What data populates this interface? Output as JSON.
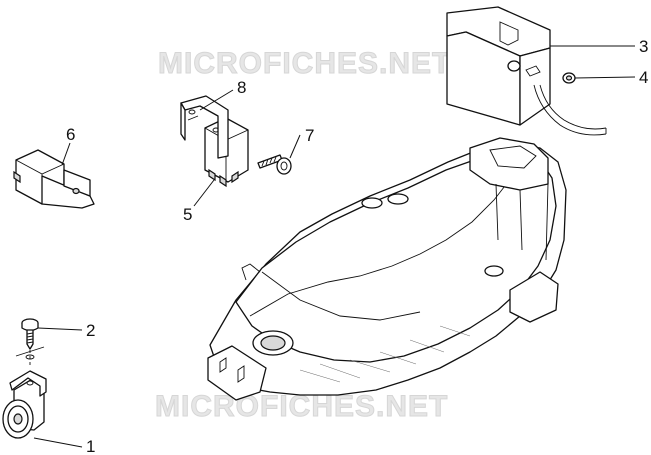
{
  "watermark": {
    "top_text": "MICROFICHES.NET",
    "bottom_text": "MICROFICHES.NET"
  },
  "callouts": [
    {
      "id": "1",
      "label": "1"
    },
    {
      "id": "2",
      "label": "2"
    },
    {
      "id": "3",
      "label": "3"
    },
    {
      "id": "4",
      "label": "4"
    },
    {
      "id": "5",
      "label": "5"
    },
    {
      "id": "6",
      "label": "6"
    },
    {
      "id": "7",
      "label": "7"
    },
    {
      "id": "8",
      "label": "8"
    }
  ]
}
